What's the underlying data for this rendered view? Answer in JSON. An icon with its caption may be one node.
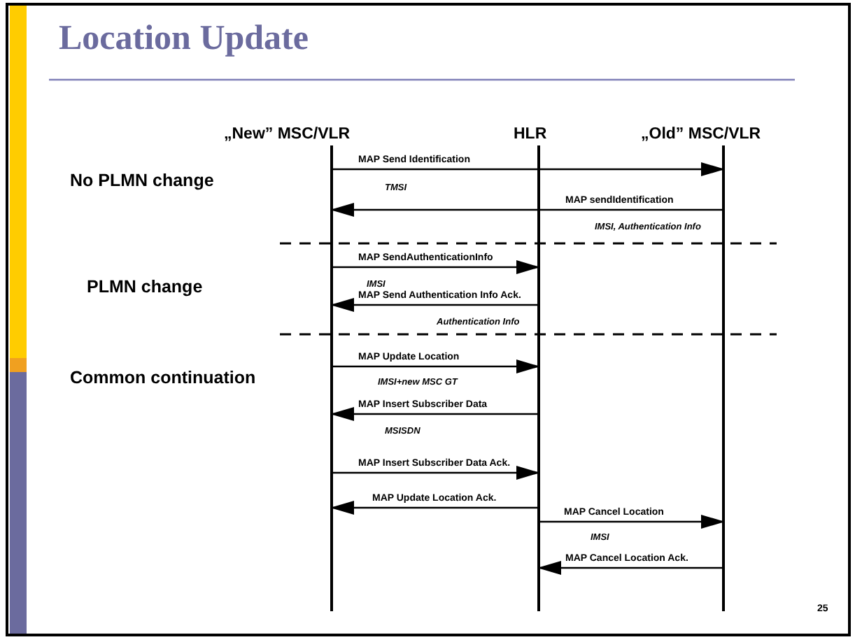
{
  "diagram": {
    "title": "Location Update",
    "nodes": [
      {
        "text": [
          "„New” MSC/VLR"
        ]
      },
      {
        "text": [
          "HLR"
        ]
      },
      {
        "text": [
          "„Old” MSC/VLR"
        ]
      }
    ],
    "edges": [
      {
        "from": 0,
        "to": 2,
        "arrow": "to",
        "label": "MAP Send Identification"
      },
      {
        "from": 2,
        "to": 0,
        "arrow": "to",
        "label": "MAP sendIdentification"
      },
      {
        "from": 0,
        "to": 1,
        "arrow": "to",
        "label": "MAP SendAuthenticationInfo"
      },
      {
        "from": 1,
        "to": 0,
        "arrow": "to",
        "label": "MAP Send Authentication Info Ack."
      },
      {
        "from": 0,
        "to": 1,
        "arrow": "to",
        "label": "MAP Update Location"
      },
      {
        "from": 1,
        "to": 0,
        "arrow": "to",
        "label": "MAP Insert Subscriber Data"
      },
      {
        "from": 0,
        "to": 1,
        "arrow": "to",
        "label": "MAP Insert Subscriber Data Ack."
      },
      {
        "from": 1,
        "to": 0,
        "arrow": "to",
        "label": "MAP Update Location Ack."
      },
      {
        "from": 1,
        "to": 2,
        "arrow": "to",
        "label": "MAP Cancel Location"
      },
      {
        "from": 2,
        "to": 1,
        "arrow": "to",
        "label": "MAP Cancel Location Ack."
      }
    ],
    "labels": [
      "TMSI",
      "No PLMN change",
      "IMSI, Authentication Info",
      "PLMN change",
      "IMSI",
      "Authentication Info",
      "Common continuation",
      "IMSI+new MSC GT",
      "MSISDN",
      "IMSI",
      "25"
    ]
  }
}
